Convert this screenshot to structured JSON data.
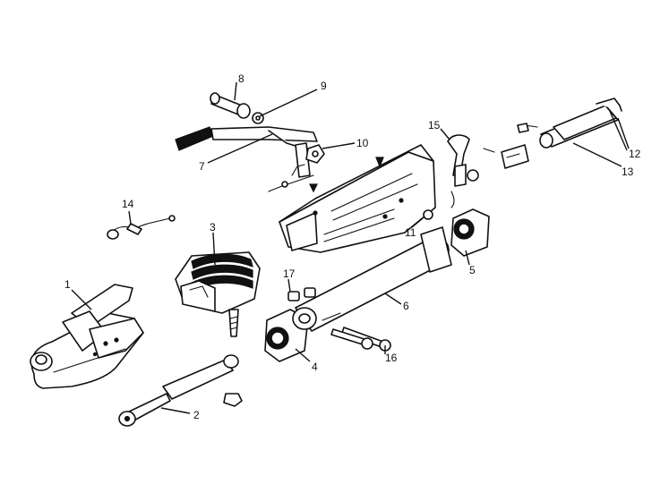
{
  "diagram": {
    "background": "#ffffff",
    "line_color": "#111111",
    "callouts": [
      {
        "id": "p1",
        "label": "1"
      },
      {
        "id": "p2",
        "label": "2"
      },
      {
        "id": "p3",
        "label": "3"
      },
      {
        "id": "p4",
        "label": "4"
      },
      {
        "id": "p5",
        "label": "5"
      },
      {
        "id": "p6",
        "label": "6"
      },
      {
        "id": "p7",
        "label": "7"
      },
      {
        "id": "p8",
        "label": "8"
      },
      {
        "id": "p9",
        "label": "9"
      },
      {
        "id": "p10",
        "label": "10"
      },
      {
        "id": "p11",
        "label": "11"
      },
      {
        "id": "p12",
        "label": "12"
      },
      {
        "id": "p13",
        "label": "13"
      },
      {
        "id": "p14",
        "label": "14"
      },
      {
        "id": "p15",
        "label": "15"
      },
      {
        "id": "p16",
        "label": "16"
      },
      {
        "id": "p17",
        "label": "17"
      }
    ]
  }
}
